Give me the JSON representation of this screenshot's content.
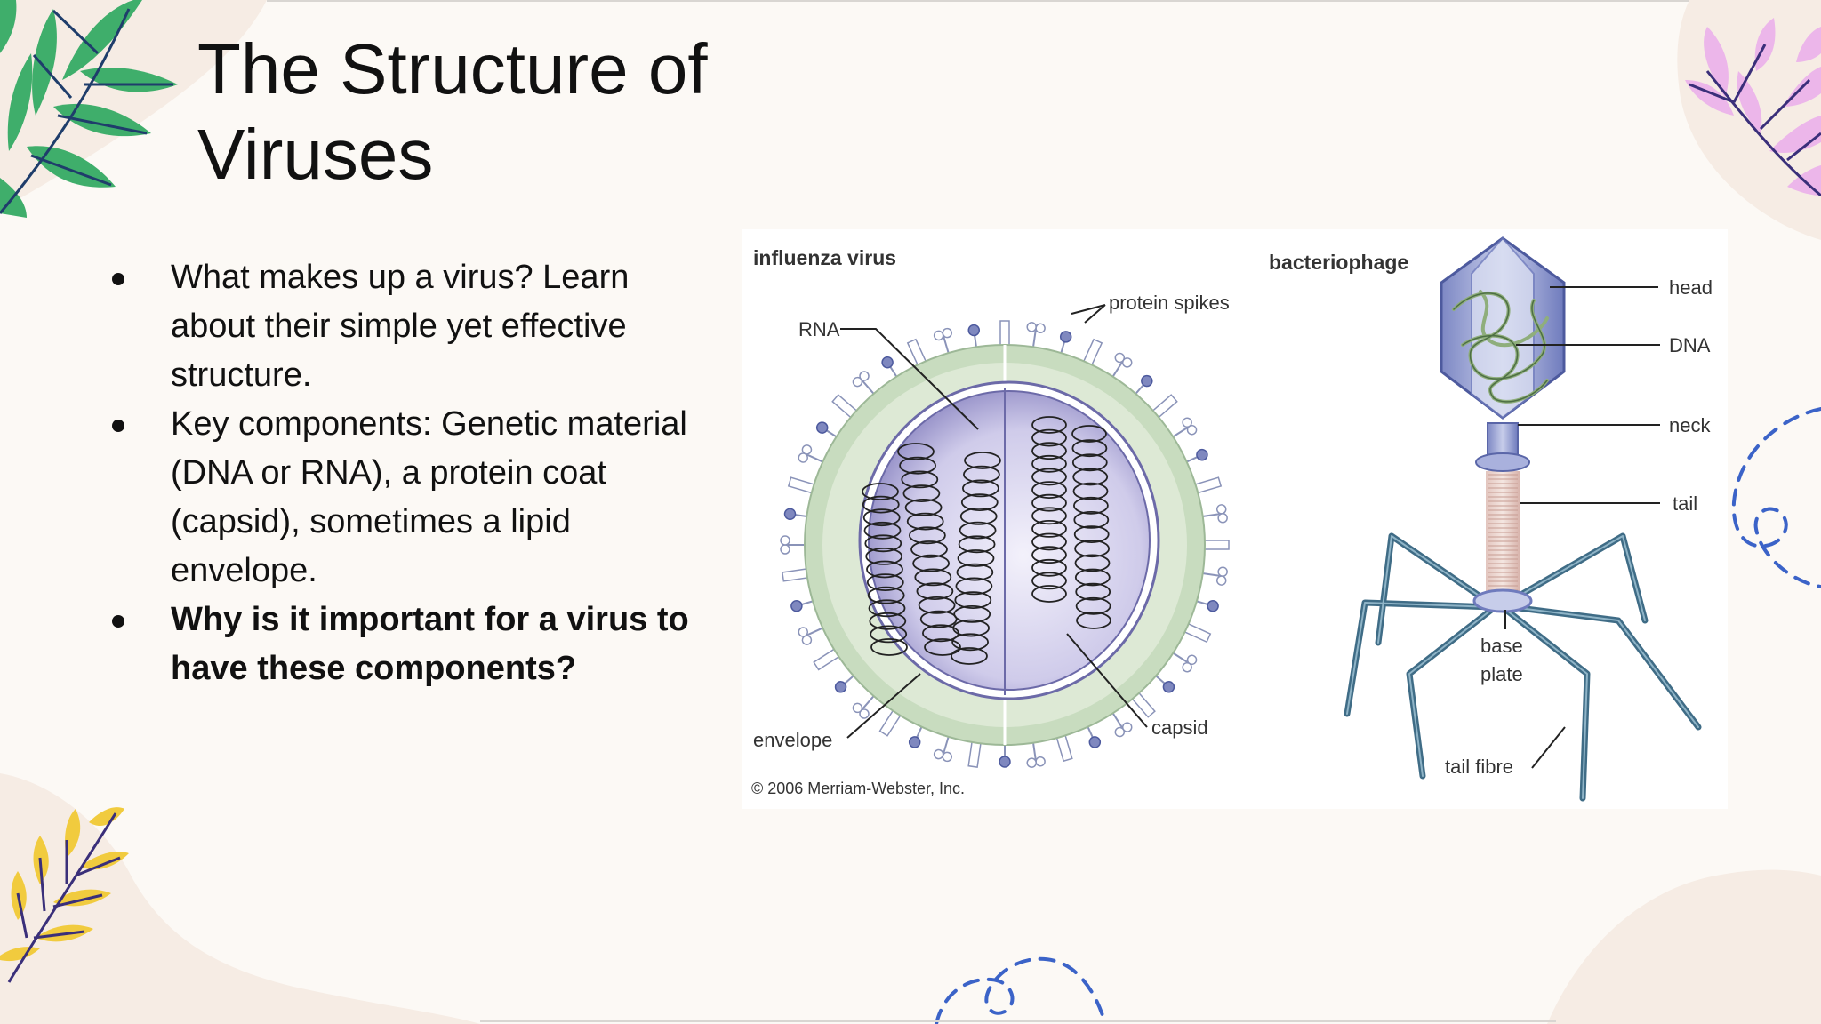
{
  "slide": {
    "title_line1": "The Structure of",
    "title_line2": "Viruses",
    "bullets": [
      "What makes up a virus? Learn about their simple yet effective structure.",
      "Key components: Genetic material (DNA or RNA), a protein coat (capsid), sometimes a lipid envelope.",
      "Why is it important for a virus to have these components?"
    ]
  },
  "figure": {
    "influenza_title": "influenza virus",
    "bacteriophage_title": "bacteriophage",
    "labels": {
      "rna": "RNA",
      "protein_spikes": "protein spikes",
      "envelope": "envelope",
      "capsid": "capsid",
      "head": "head",
      "dna": "DNA",
      "neck": "neck",
      "tail": "tail",
      "base": "base",
      "plate": "plate",
      "tail_fibre": "tail fibre"
    },
    "copyright": "© 2006 Merriam-Webster, Inc."
  },
  "colors": {
    "background": "#fcf9f5",
    "leaf_green": "#3fae6b",
    "leaf_pink": "#ecb6ea",
    "leaf_yellow": "#f1cb3e",
    "dashed_blue": "#3b63c8",
    "envelope_green": "#c8dcbf",
    "capsid_lavender": "#c9c6ea"
  },
  "icons": [
    "green-leaf-icon",
    "pink-leaf-icon",
    "yellow-leaf-icon",
    "dashed-swirl-icon"
  ]
}
